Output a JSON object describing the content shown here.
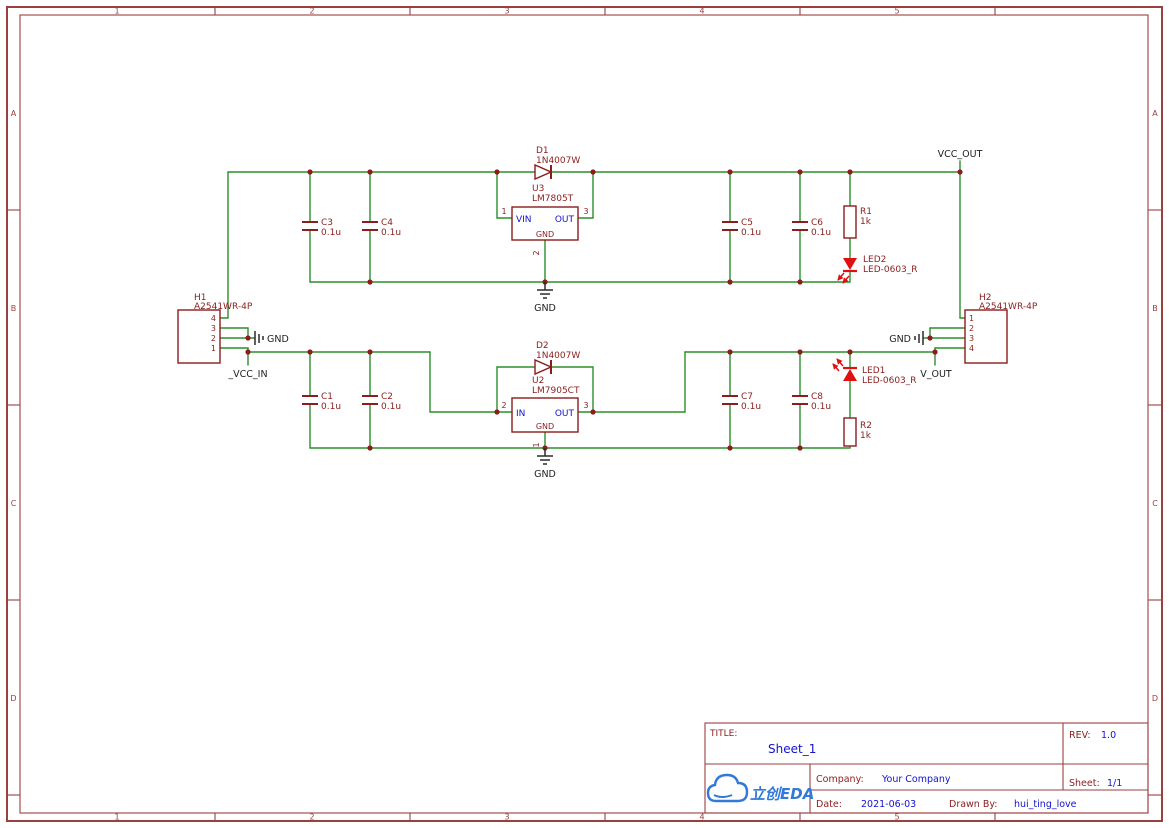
{
  "colors": {
    "wire_green": "#2c8f2c",
    "component_red": "#8b1d1d",
    "frame_red": "#9a4040",
    "value_blue": "#1212d0",
    "led_red": "#e01010",
    "net_label_black": "#1f1f1f",
    "logo_blue": "#3279d8"
  },
  "frame": {
    "columns": [
      "1",
      "2",
      "3",
      "4",
      "5"
    ],
    "rows": [
      "A",
      "B",
      "C",
      "D"
    ]
  },
  "title_block": {
    "title_label": "TITLE:",
    "title": "Sheet_1",
    "rev_label": "REV:",
    "rev": "1.0",
    "logo_text": "立创EDA",
    "company_label": "Company:",
    "company": "Your Company",
    "sheet_label": "Sheet:",
    "sheet": "1/1",
    "date_label": "Date:",
    "date": "2021-06-03",
    "drawn_by_label": "Drawn By:",
    "drawn_by": "hui_ting_love"
  },
  "net_labels": {
    "vcc_out": "VCC_OUT",
    "vcc_in": "_VCC_IN",
    "v_out": "V_OUT",
    "gnd": "GND"
  },
  "components": {
    "h1": {
      "ref": "H1",
      "value": "A2541WR-4P",
      "pins": [
        "4",
        "3",
        "2",
        "1"
      ]
    },
    "h2": {
      "ref": "H2",
      "value": "A2541WR-4P",
      "pins": [
        "1",
        "2",
        "3",
        "4"
      ]
    },
    "u3": {
      "ref": "U3",
      "value": "LM7805T",
      "pin_names": {
        "in": "VIN",
        "out": "OUT",
        "gnd": "GND"
      },
      "pin_numbers": {
        "in": "1",
        "out": "3",
        "gnd": "2"
      }
    },
    "u2": {
      "ref": "U2",
      "value": "LM7905CT",
      "pin_names": {
        "in": "IN",
        "out": "OUT",
        "gnd": "GND"
      },
      "pin_numbers": {
        "in": "2",
        "out": "3",
        "gnd": "1"
      }
    },
    "d1": {
      "ref": "D1",
      "value": "1N4007W"
    },
    "d2": {
      "ref": "D2",
      "value": "1N4007W"
    },
    "c1": {
      "ref": "C1",
      "value": "0.1u"
    },
    "c2": {
      "ref": "C2",
      "value": "0.1u"
    },
    "c3": {
      "ref": "C3",
      "value": "0.1u"
    },
    "c4": {
      "ref": "C4",
      "value": "0.1u"
    },
    "c5": {
      "ref": "C5",
      "value": "0.1u"
    },
    "c6": {
      "ref": "C6",
      "value": "0.1u"
    },
    "c7": {
      "ref": "C7",
      "value": "0.1u"
    },
    "c8": {
      "ref": "C8",
      "value": "0.1u"
    },
    "r1": {
      "ref": "R1",
      "value": "1k"
    },
    "r2": {
      "ref": "R2",
      "value": "1k"
    },
    "led1": {
      "ref": "LED1",
      "value": "LED-0603_R"
    },
    "led2": {
      "ref": "LED2",
      "value": "LED-0603_R"
    }
  }
}
